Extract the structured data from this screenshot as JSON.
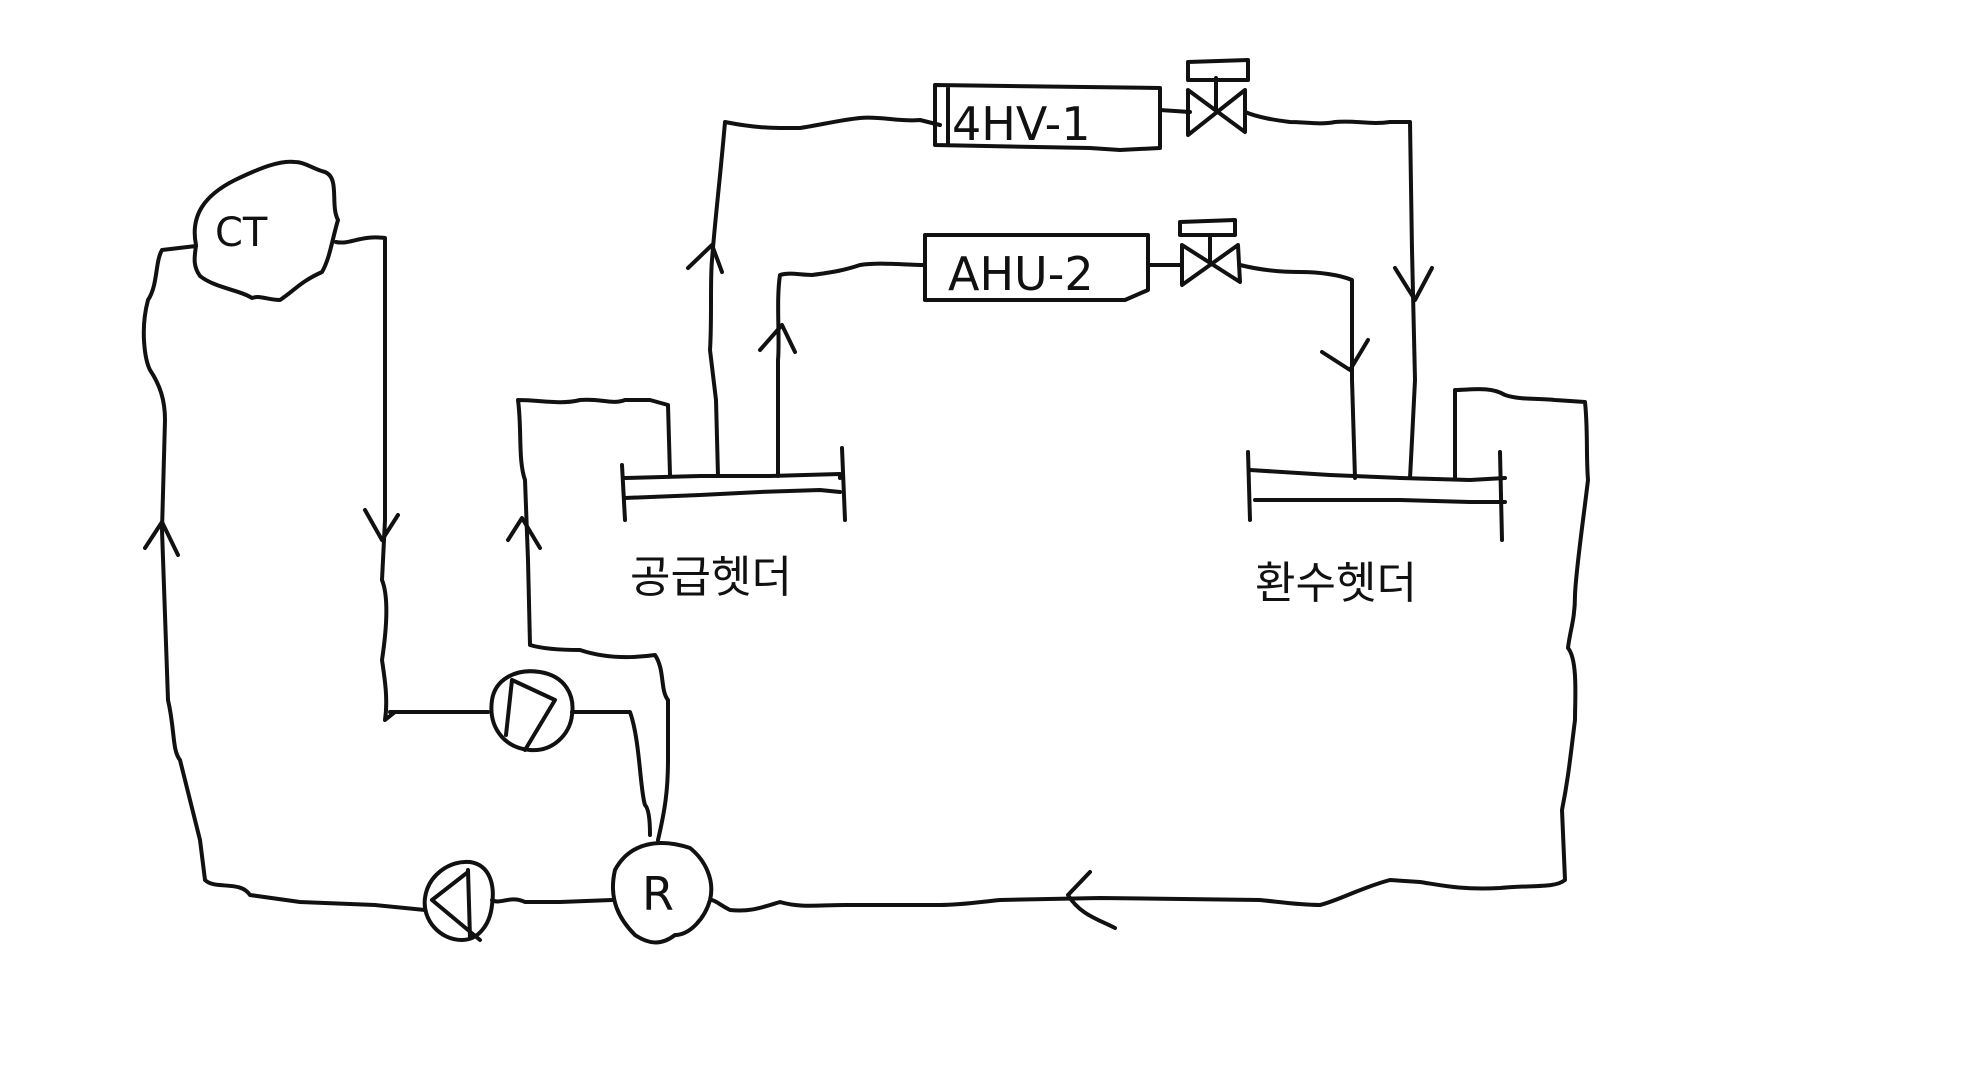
{
  "labels": {
    "cooling_tower": "CT",
    "refrigerator": "R",
    "ahu_1": "4HV-1",
    "ahu_2": "AHU-2",
    "supply_header": "공급헷더",
    "return_header": "환수헷더"
  },
  "colors": {
    "background": "#ffffff",
    "ink": "#111111"
  },
  "icons": {
    "valve_1": "globe-valve-icon",
    "valve_2": "globe-valve-icon",
    "pump_condenser": "pump-icon",
    "pump_chilled": "pump-icon"
  }
}
